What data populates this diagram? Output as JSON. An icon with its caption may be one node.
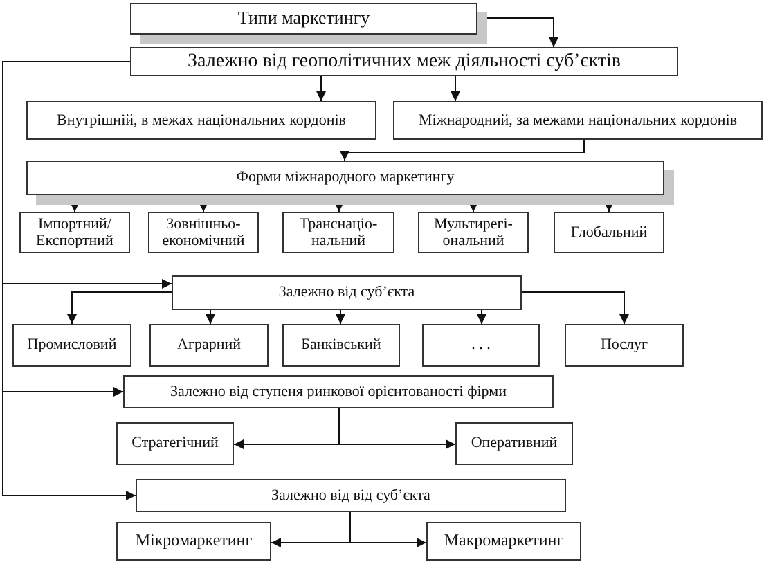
{
  "diagram": {
    "nodes": [
      {
        "text": [
          "Типи маркетингу"
        ]
      },
      {
        "text": [
          "Залежно від геополітичних меж діяльності суб’єктів"
        ]
      },
      {
        "text": [
          "Внутрішній, в межах національних кордонів"
        ]
      },
      {
        "text": [
          "Міжнародний, за межами національних кордонів"
        ]
      },
      {
        "text": [
          "Форми міжнародного маркетингу"
        ]
      },
      {
        "text": [
          "Імпортний/ Експортний"
        ]
      },
      {
        "text": [
          "Зовнішньо-економічний"
        ]
      },
      {
        "text": [
          "Транснаціо-нальний"
        ]
      },
      {
        "text": [
          "Мультирегі-ональний"
        ]
      },
      {
        "text": [
          "Глобальний"
        ]
      },
      {
        "text": [
          "Залежно від суб’єкта"
        ]
      },
      {
        "text": [
          "Промисловий"
        ]
      },
      {
        "text": [
          "Аграрний"
        ]
      },
      {
        "text": [
          "Банківський"
        ]
      },
      {
        "text": [
          ". . ."
        ]
      },
      {
        "text": [
          "Послуг"
        ]
      },
      {
        "text": [
          "Залежно від ступеня ринкової орієнтованості фірми"
        ]
      },
      {
        "text": [
          "Стратегічний"
        ]
      },
      {
        "text": [
          "Оперативний"
        ]
      },
      {
        "text": [
          "Залежно від від суб’єкта"
        ]
      },
      {
        "text": [
          "Мікромаркетинг"
        ]
      },
      {
        "text": [
          "Макромаркетинг"
        ]
      }
    ],
    "edges": [
      {
        "from": 0,
        "to": 1,
        "arrow": "to"
      },
      {
        "from": 1,
        "to": 2,
        "arrow": "to"
      },
      {
        "from": 1,
        "to": 3,
        "arrow": "to"
      },
      {
        "from": 3,
        "to": 4,
        "arrow": "to"
      },
      {
        "from": 4,
        "to": 5,
        "arrow": "to"
      },
      {
        "from": 4,
        "to": 6,
        "arrow": "to"
      },
      {
        "from": 4,
        "to": 7,
        "arrow": "to"
      },
      {
        "from": 4,
        "to": 8,
        "arrow": "to"
      },
      {
        "from": 4,
        "to": 9,
        "arrow": "to"
      },
      {
        "from": 1,
        "to": 10,
        "arrow": "to"
      },
      {
        "from": 1,
        "to": 16,
        "arrow": "to"
      },
      {
        "from": 1,
        "to": 19,
        "arrow": "to"
      },
      {
        "from": 10,
        "to": 11,
        "arrow": "to"
      },
      {
        "from": 10,
        "to": 12,
        "arrow": "to"
      },
      {
        "from": 10,
        "to": 13,
        "arrow": "to"
      },
      {
        "from": 10,
        "to": 14,
        "arrow": "to"
      },
      {
        "from": 10,
        "to": 15,
        "arrow": "to"
      },
      {
        "from": 16,
        "to": 17,
        "arrow": "to"
      },
      {
        "from": 16,
        "to": 18,
        "arrow": "to"
      },
      {
        "from": 19,
        "to": 20,
        "arrow": "to"
      },
      {
        "from": 19,
        "to": 21,
        "arrow": "to"
      }
    ]
  }
}
